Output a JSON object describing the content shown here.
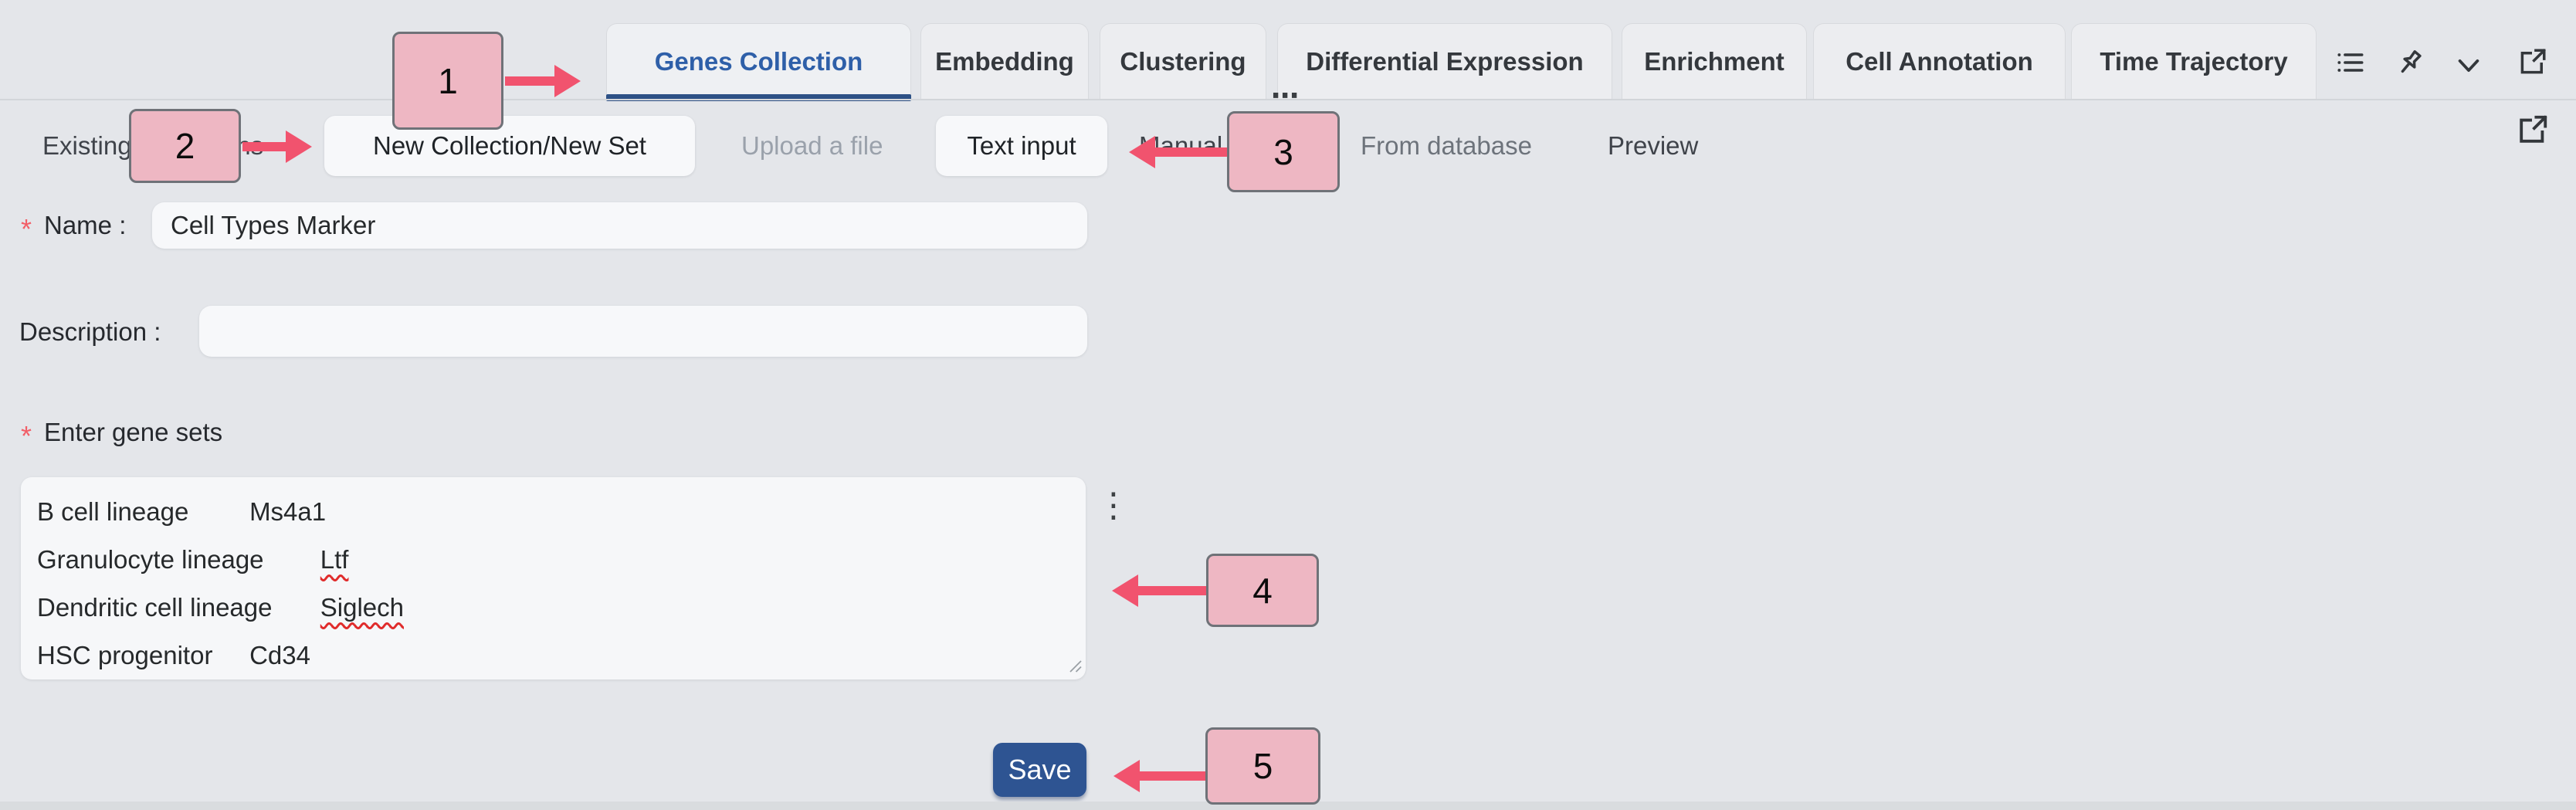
{
  "tab_bar": {
    "tabs": [
      {
        "label": "Genes Collection",
        "active": true
      },
      {
        "label": "Embedding",
        "active": false
      },
      {
        "label": "Clustering",
        "active": false
      },
      {
        "label": "Differential Expression",
        "active": false
      },
      {
        "label": "Enrichment",
        "active": false
      },
      {
        "label": "Cell Annotation",
        "active": false
      },
      {
        "label": "Time Trajectory",
        "active": false
      }
    ],
    "overflow_indicator": "⋯",
    "icons": [
      "list-icon",
      "pin-icon",
      "chevron-down-icon",
      "external-link-icon"
    ]
  },
  "subtab_bar": {
    "items": [
      {
        "label": "Existing Collections",
        "style": "plain"
      },
      {
        "label": "New Collection/New Set",
        "style": "chip"
      },
      {
        "label": "Upload a file",
        "style": "muted"
      },
      {
        "label": "Text input",
        "style": "chip"
      },
      {
        "label": "Manual",
        "style": "plain"
      },
      {
        "label": "From database",
        "style": "muted2"
      },
      {
        "label": "Preview",
        "style": "plain"
      }
    ],
    "corner_icon": "external-link-icon"
  },
  "form": {
    "required_marker": "*",
    "name_label": "Name :",
    "name_value": "Cell Types Marker",
    "description_label": "Description :",
    "description_value": "",
    "gene_sets_label": "Enter gene sets",
    "gene_set_lines": [
      {
        "set_name": "B cell lineage",
        "gene": "Ms4a1",
        "misspelled": false
      },
      {
        "set_name": "Granulocyte lineage",
        "gene": "Ltf",
        "misspelled": true
      },
      {
        "set_name": "Dendritic cell lineage",
        "gene": "Siglech",
        "misspelled": true
      },
      {
        "set_name": "HSC progenitor",
        "gene": "Cd34",
        "misspelled": false
      }
    ],
    "textarea_menu_glyph": "⋮",
    "save_label": "Save"
  },
  "annotations": [
    {
      "number": "1",
      "arrow_direction": "right"
    },
    {
      "number": "2",
      "arrow_direction": "right"
    },
    {
      "number": "3",
      "arrow_direction": "left"
    },
    {
      "number": "4",
      "arrow_direction": "left"
    },
    {
      "number": "5",
      "arrow_direction": "left"
    }
  ],
  "colors": {
    "tab_active_text": "#2e5fa8",
    "tab_underline": "#2d5186",
    "save_background": "#2e5492",
    "annotation_fill": "#eeb7c3",
    "annotation_arrow": "#f1536e",
    "required_marker": "#f25f68",
    "spellcheck_underline": "#e02b2b"
  }
}
